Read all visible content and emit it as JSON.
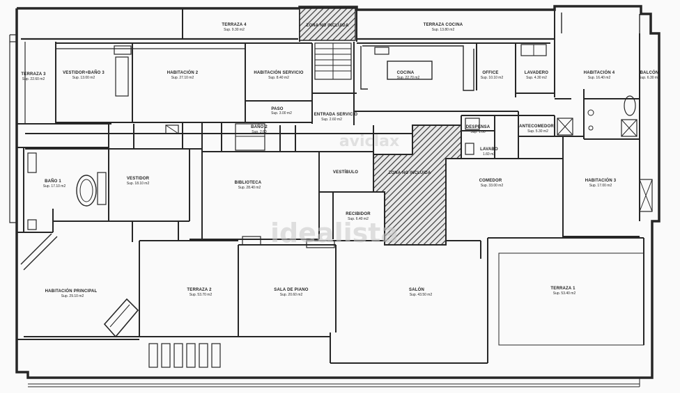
{
  "watermarks": [
    "idealista",
    "aviclax"
  ],
  "rooms": {
    "terraza4": {
      "name": "TERRAZA 4",
      "area": "Sup. 9.30 m2"
    },
    "zona_top": {
      "name": "ZONA NO INCLUIDA",
      "area": ""
    },
    "terraza_cocina": {
      "name": "TERRAZA COCINA",
      "area": "Sup. 13.80 m2"
    },
    "terraza3": {
      "name": "TERRAZA 3",
      "area": "Sup. 22.60 m2"
    },
    "vestidor_bano3": {
      "name": "VESTIDOR+BAÑO 3",
      "area": "Sup. 13.00 m2"
    },
    "habitacion2": {
      "name": "HABITACIÓN 2",
      "area": "Sup. 27.10 m2"
    },
    "hab_servicio": {
      "name": "HABITACIÓN SERVICIO",
      "area": "Sup. 8.40 m2"
    },
    "cocina": {
      "name": "COCINA",
      "area": "Sup. 22.70 m2"
    },
    "office": {
      "name": "OFFICE",
      "area": "Sup. 10.10 m2"
    },
    "lavadero": {
      "name": "LAVADERO",
      "area": "Sup. 4.30 m2"
    },
    "habitacion4": {
      "name": "HABITACIÓN 4",
      "area": "Sup. 16.40 m2"
    },
    "balcon": {
      "name": "BALCÓN",
      "area": "Sup. 6.30 m2"
    },
    "paso": {
      "name": "PASO",
      "area": "Sup. 3.00 m2"
    },
    "entrada_serv": {
      "name": "ENTRADA SERVICIO",
      "area": "Sup. 2.60 m2"
    },
    "bano2": {
      "name": "BAÑO 2",
      "area": "Sup. 2.60"
    },
    "despensa": {
      "name": "DESPENSA",
      "area": "Sup. 1.00"
    },
    "antecomedor": {
      "name": "ANTECOMEDOR",
      "area": "Sup. 5.30 m2"
    },
    "lavabo": {
      "name": "LAVABO",
      "area": "1.60 m2"
    },
    "bano1": {
      "name": "BAÑO 1",
      "area": "Sup. 17.10 m2"
    },
    "vestidor": {
      "name": "VESTIDOR",
      "area": "Sup. 18.10 m2"
    },
    "biblioteca": {
      "name": "BIBLIOTECA",
      "area": "Sup. 28.40 m2"
    },
    "vestibulo": {
      "name": "VESTÍBULO",
      "area": ""
    },
    "zona_mid": {
      "name": "ZONA NO INCLUIDA",
      "area": ""
    },
    "comedor": {
      "name": "COMEDOR",
      "area": "Sup. 33.00 m2"
    },
    "habitacion3": {
      "name": "HABITACIÓN 3",
      "area": "Sup. 17.00 m2"
    },
    "recibidor": {
      "name": "RECIBIDOR",
      "area": "Sup. 6.40 m2"
    },
    "hab_principal": {
      "name": "HABITACIÓN PRINCIPAL",
      "area": "Sup. 29.10 m2"
    },
    "terraza2": {
      "name": "TERRAZA 2",
      "area": "Sup. 53.70 m2"
    },
    "sala_piano": {
      "name": "SALA DE PIANO",
      "area": "Sup. 20.60 m2"
    },
    "salon": {
      "name": "SALÓN",
      "area": "Sup. 43.50 m2"
    },
    "terraza1": {
      "name": "TERRAZA 1",
      "area": "Sup. 53.40 m2"
    }
  }
}
